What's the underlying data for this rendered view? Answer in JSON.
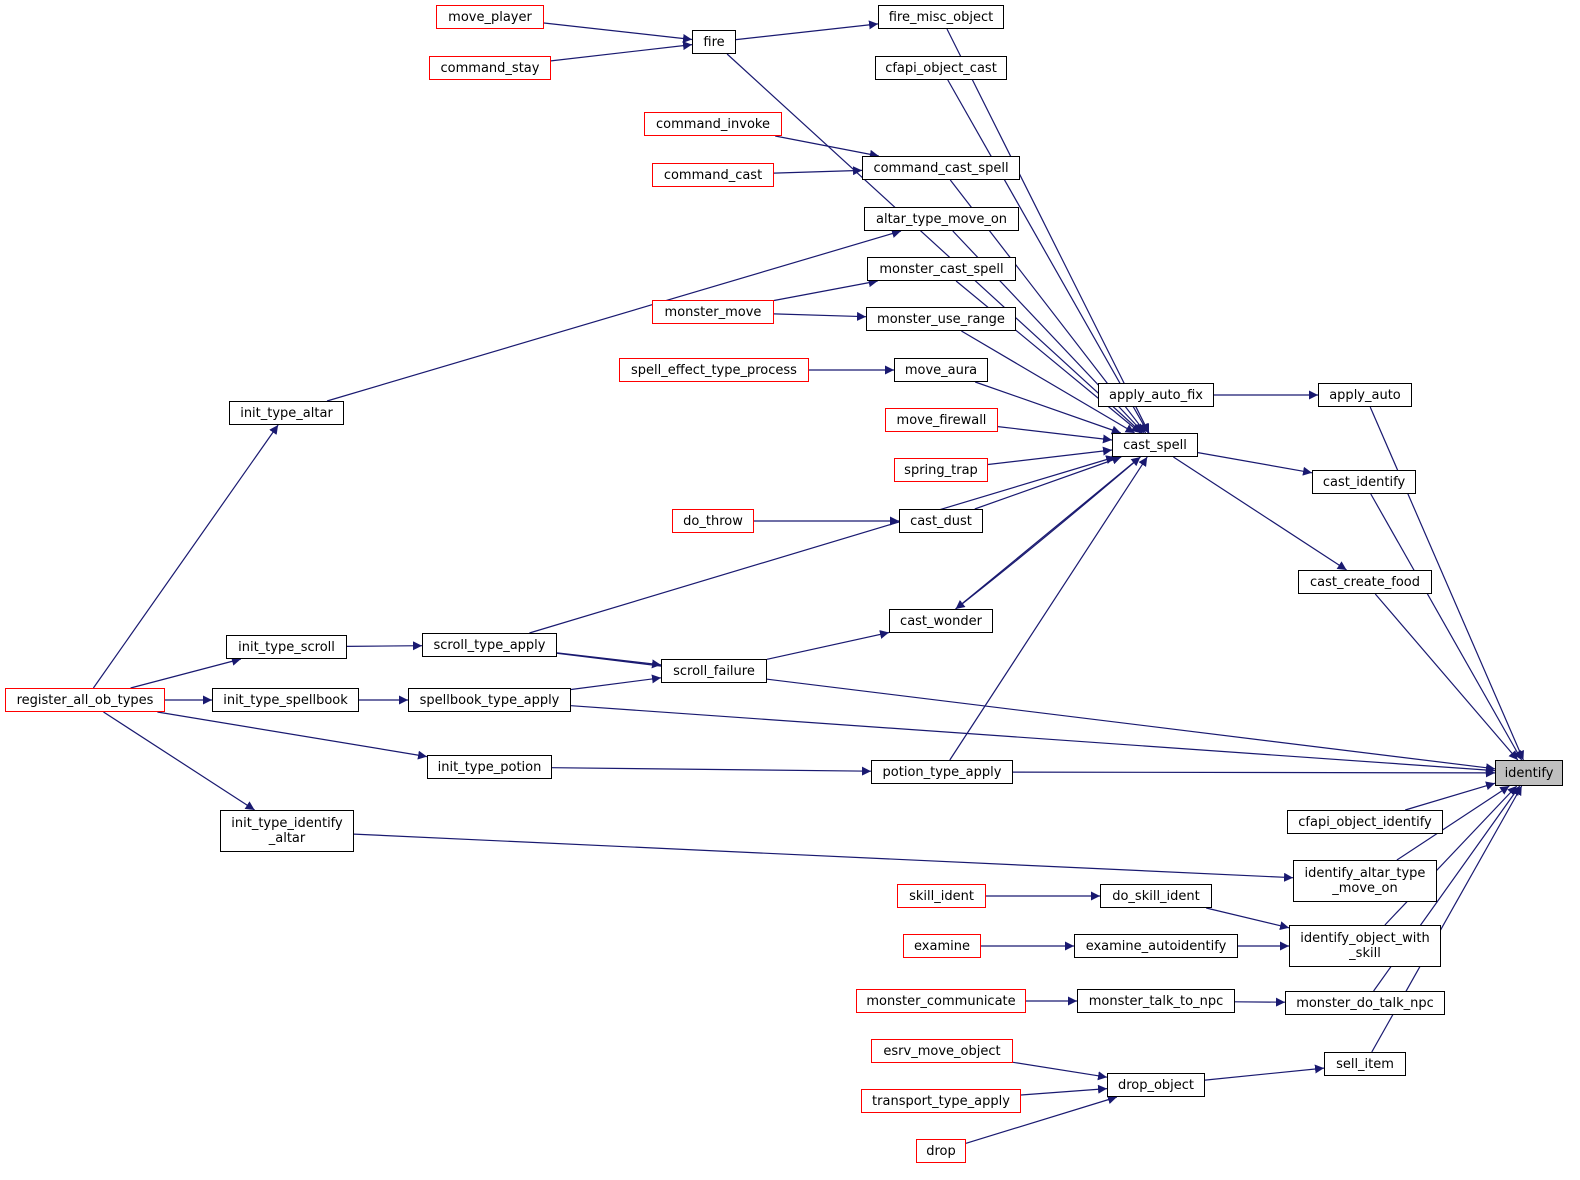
{
  "colors": {
    "edge": "#191970",
    "node_border": "#000000",
    "external_node_border": "#ff0000",
    "focus_fill": "#bfbfbf"
  },
  "nodes": {
    "identify": {
      "label": "identify",
      "focus": true
    },
    "apply_auto": {
      "label": "apply_auto"
    },
    "apply_auto_fix": {
      "label": "apply_auto_fix"
    },
    "cast_identify": {
      "label": "cast_identify"
    },
    "cast_create_food": {
      "label": "cast_create_food"
    },
    "cfapi_object_identify": {
      "label": "cfapi_object_identify"
    },
    "identify_altar_type_move_on": {
      "label": "identify_altar_type\n_move_on"
    },
    "identify_object_with_skill": {
      "label": "identify_object_with\n_skill"
    },
    "monster_do_talk_npc": {
      "label": "monster_do_talk_npc"
    },
    "sell_item": {
      "label": "sell_item"
    },
    "cast_spell": {
      "label": "cast_spell"
    },
    "do_skill_ident": {
      "label": "do_skill_ident"
    },
    "examine_autoidentify": {
      "label": "examine_autoidentify"
    },
    "monster_talk_to_npc": {
      "label": "monster_talk_to_npc"
    },
    "drop_object": {
      "label": "drop_object"
    },
    "fire_misc_object": {
      "label": "fire_misc_object"
    },
    "cfapi_object_cast": {
      "label": "cfapi_object_cast"
    },
    "command_cast_spell": {
      "label": "command_cast_spell"
    },
    "altar_type_move_on": {
      "label": "altar_type_move_on"
    },
    "monster_cast_spell": {
      "label": "monster_cast_spell"
    },
    "monster_use_range": {
      "label": "monster_use_range"
    },
    "move_aura": {
      "label": "move_aura"
    },
    "move_firewall": {
      "label": "move_firewall",
      "external": true
    },
    "spring_trap": {
      "label": "spring_trap",
      "external": true
    },
    "cast_dust": {
      "label": "cast_dust"
    },
    "cast_wonder": {
      "label": "cast_wonder"
    },
    "potion_type_apply": {
      "label": "potion_type_apply"
    },
    "skill_ident": {
      "label": "skill_ident",
      "external": true
    },
    "examine": {
      "label": "examine",
      "external": true
    },
    "monster_communicate": {
      "label": "monster_communicate",
      "external": true
    },
    "esrv_move_object": {
      "label": "esrv_move_object",
      "external": true
    },
    "transport_type_apply": {
      "label": "transport_type_apply",
      "external": true
    },
    "drop": {
      "label": "drop",
      "external": true
    },
    "fire": {
      "label": "fire"
    },
    "move_player": {
      "label": "move_player",
      "external": true
    },
    "command_stay": {
      "label": "command_stay",
      "external": true
    },
    "command_invoke": {
      "label": "command_invoke",
      "external": true
    },
    "command_cast": {
      "label": "command_cast",
      "external": true
    },
    "monster_move": {
      "label": "monster_move",
      "external": true
    },
    "spell_effect_type_process": {
      "label": "spell_effect_type_process",
      "external": true
    },
    "do_throw": {
      "label": "do_throw",
      "external": true
    },
    "scroll_failure": {
      "label": "scroll_failure"
    },
    "scroll_type_apply": {
      "label": "scroll_type_apply"
    },
    "spellbook_type_apply": {
      "label": "spellbook_type_apply"
    },
    "init_type_potion": {
      "label": "init_type_potion"
    },
    "init_type_altar": {
      "label": "init_type_altar"
    },
    "init_type_scroll": {
      "label": "init_type_scroll"
    },
    "init_type_spellbook": {
      "label": "init_type_spellbook"
    },
    "init_type_identify_altar": {
      "label": "init_type_identify\n_altar"
    },
    "register_all_ob_types": {
      "label": "register_all_ob_types",
      "external": true
    }
  },
  "edges": [
    [
      "apply_auto_fix",
      "apply_auto"
    ],
    [
      "apply_auto",
      "identify"
    ],
    [
      "cast_identify",
      "identify"
    ],
    [
      "cast_create_food",
      "identify"
    ],
    [
      "cfapi_object_identify",
      "identify"
    ],
    [
      "identify_altar_type_move_on",
      "identify"
    ],
    [
      "identify_object_with_skill",
      "identify"
    ],
    [
      "monster_do_talk_npc",
      "identify"
    ],
    [
      "sell_item",
      "identify"
    ],
    [
      "scroll_type_apply",
      "identify"
    ],
    [
      "spellbook_type_apply",
      "identify"
    ],
    [
      "potion_type_apply",
      "identify"
    ],
    [
      "cast_spell",
      "cast_identify"
    ],
    [
      "cast_spell",
      "cast_create_food"
    ],
    [
      "fire_misc_object",
      "cast_spell"
    ],
    [
      "cfapi_object_cast",
      "cast_spell"
    ],
    [
      "command_cast_spell",
      "cast_spell"
    ],
    [
      "altar_type_move_on",
      "cast_spell"
    ],
    [
      "monster_cast_spell",
      "cast_spell"
    ],
    [
      "monster_use_range",
      "cast_spell"
    ],
    [
      "move_aura",
      "cast_spell"
    ],
    [
      "move_firewall",
      "cast_spell"
    ],
    [
      "spring_trap",
      "cast_spell"
    ],
    [
      "cast_dust",
      "cast_spell"
    ],
    [
      "cast_wonder",
      "cast_spell"
    ],
    [
      "cast_spell",
      "cast_wonder"
    ],
    [
      "potion_type_apply",
      "cast_spell"
    ],
    [
      "scroll_type_apply",
      "cast_spell"
    ],
    [
      "fire",
      "cast_spell"
    ],
    [
      "fire",
      "fire_misc_object"
    ],
    [
      "move_player",
      "fire"
    ],
    [
      "command_stay",
      "fire"
    ],
    [
      "command_invoke",
      "command_cast_spell"
    ],
    [
      "command_cast",
      "command_cast_spell"
    ],
    [
      "monster_move",
      "monster_cast_spell"
    ],
    [
      "monster_move",
      "monster_use_range"
    ],
    [
      "spell_effect_type_process",
      "move_aura"
    ],
    [
      "do_throw",
      "cast_dust"
    ],
    [
      "scroll_failure",
      "cast_wonder"
    ],
    [
      "scroll_type_apply",
      "scroll_failure"
    ],
    [
      "spellbook_type_apply",
      "scroll_failure"
    ],
    [
      "init_type_scroll",
      "scroll_type_apply"
    ],
    [
      "init_type_spellbook",
      "spellbook_type_apply"
    ],
    [
      "init_type_potion",
      "potion_type_apply"
    ],
    [
      "init_type_altar",
      "altar_type_move_on"
    ],
    [
      "init_type_identify_altar",
      "identify_altar_type_move_on"
    ],
    [
      "register_all_ob_types",
      "init_type_altar"
    ],
    [
      "register_all_ob_types",
      "init_type_scroll"
    ],
    [
      "register_all_ob_types",
      "init_type_spellbook"
    ],
    [
      "register_all_ob_types",
      "init_type_potion"
    ],
    [
      "register_all_ob_types",
      "init_type_identify_altar"
    ],
    [
      "do_skill_ident",
      "identify_object_with_skill"
    ],
    [
      "examine_autoidentify",
      "identify_object_with_skill"
    ],
    [
      "skill_ident",
      "do_skill_ident"
    ],
    [
      "examine",
      "examine_autoidentify"
    ],
    [
      "monster_communicate",
      "monster_talk_to_npc"
    ],
    [
      "monster_talk_to_npc",
      "monster_do_talk_npc"
    ],
    [
      "drop_object",
      "sell_item"
    ],
    [
      "esrv_move_object",
      "drop_object"
    ],
    [
      "transport_type_apply",
      "drop_object"
    ],
    [
      "drop",
      "drop_object"
    ]
  ]
}
